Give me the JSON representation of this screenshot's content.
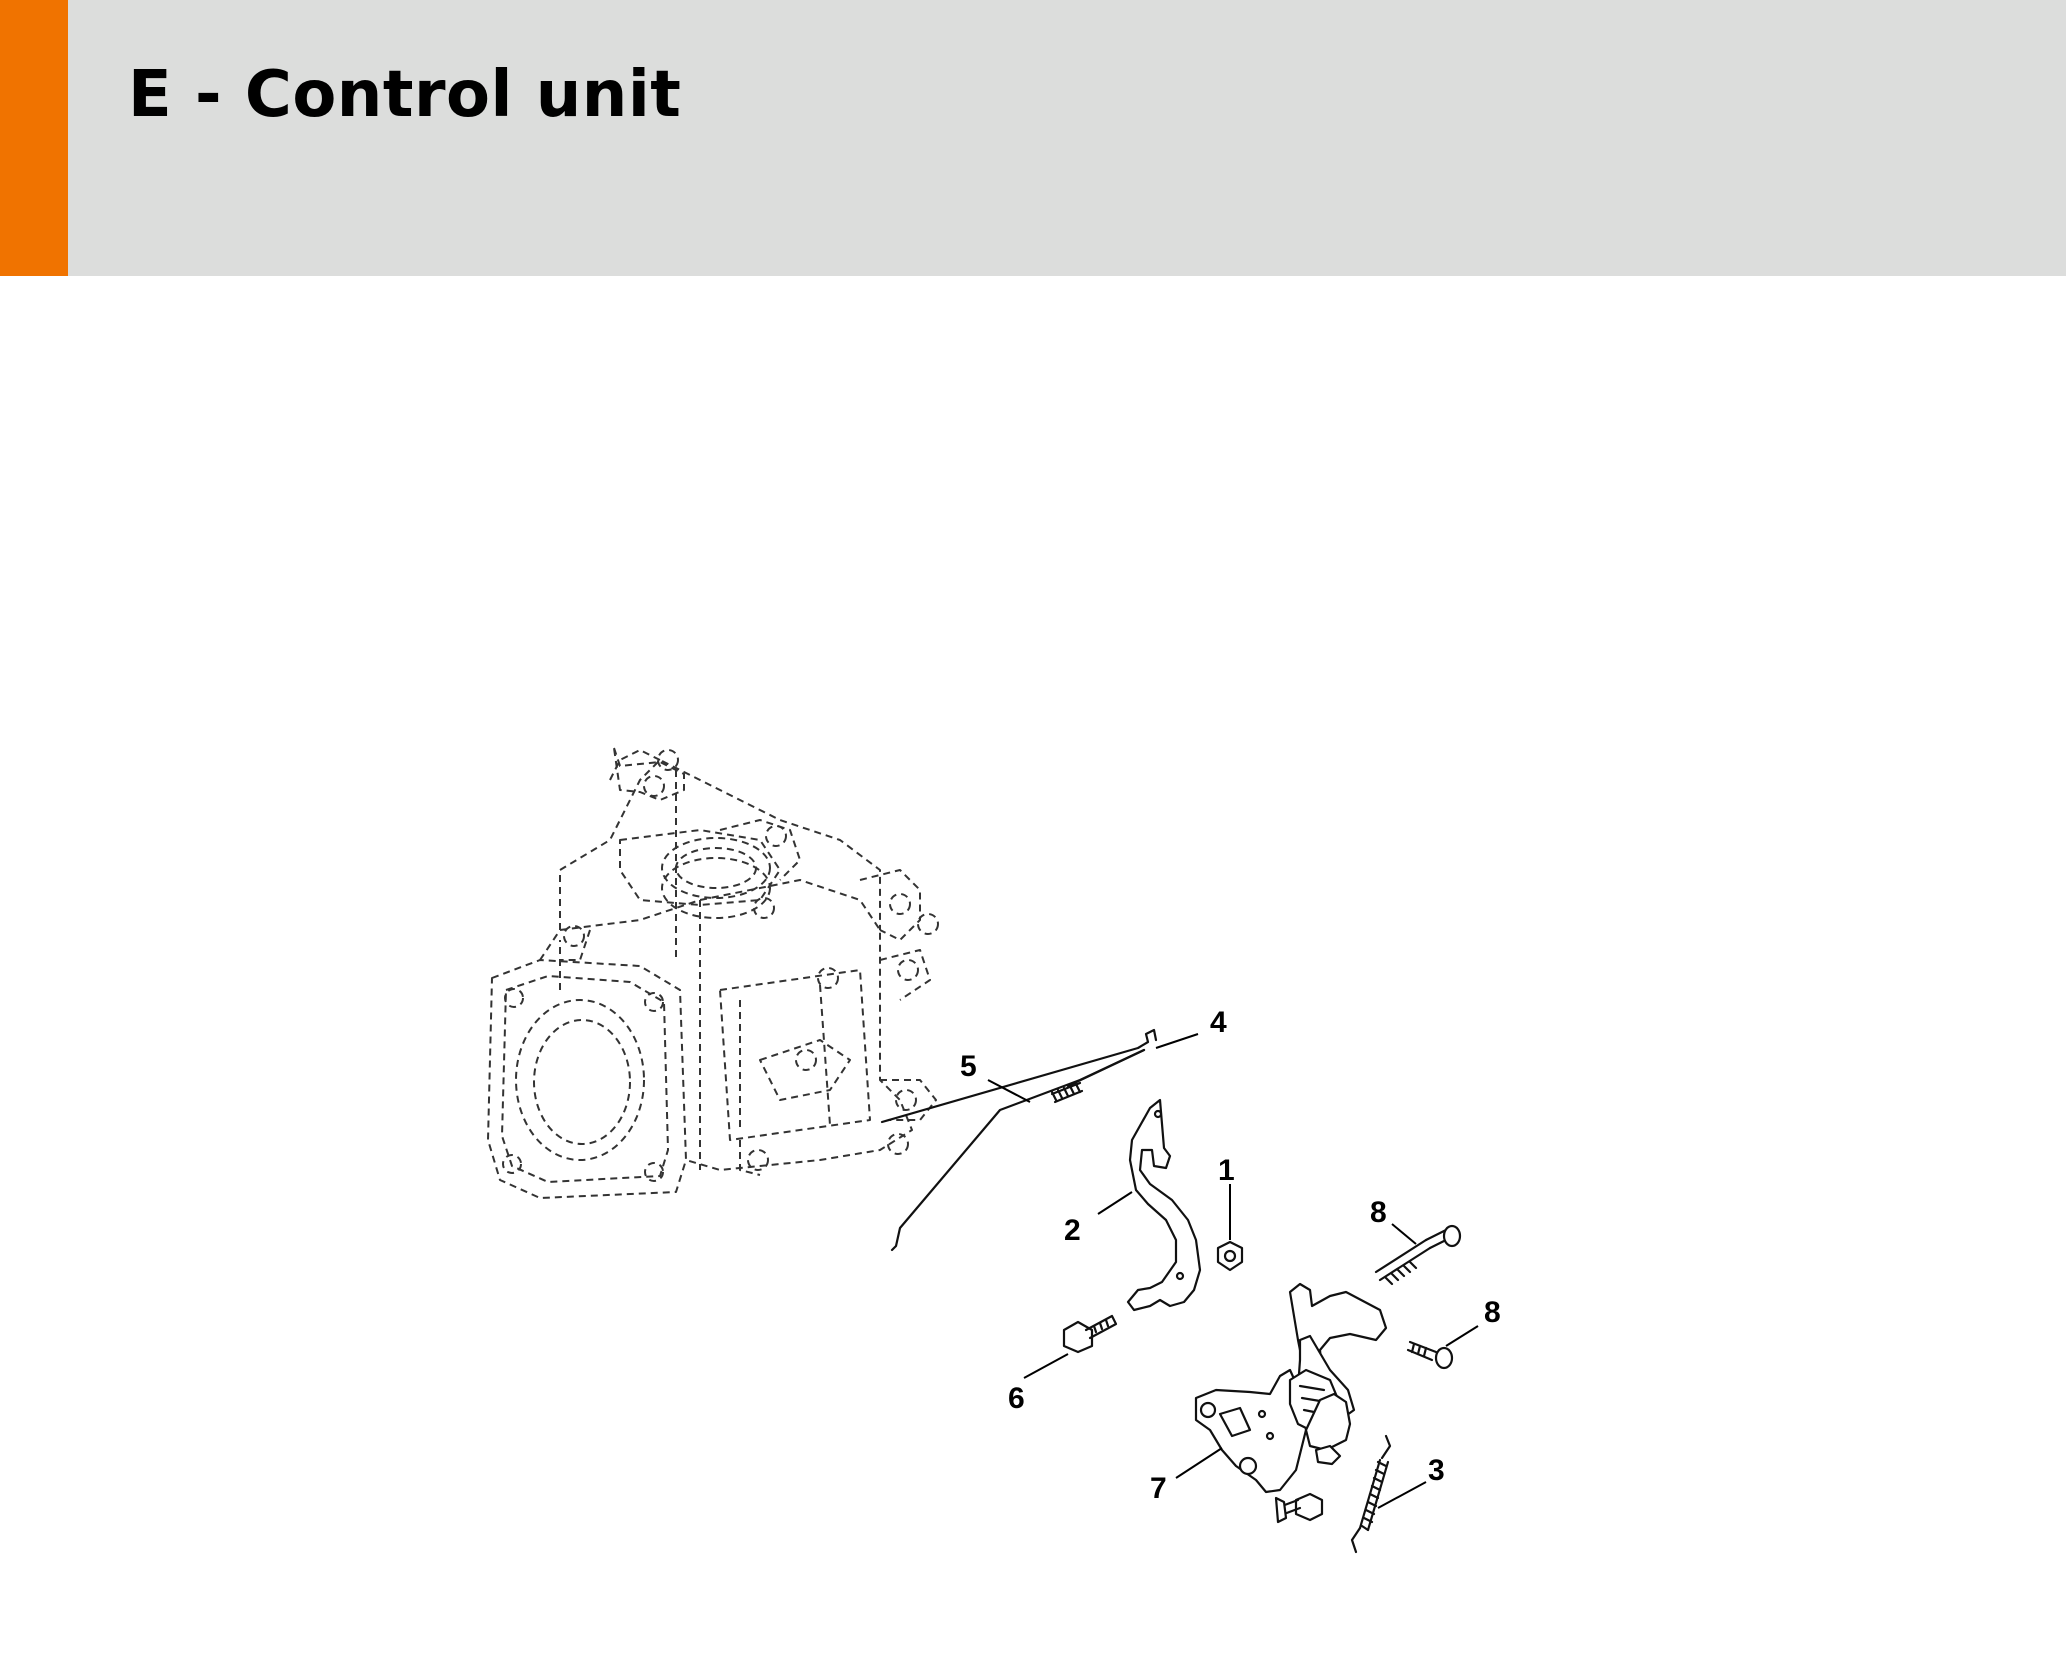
{
  "page": {
    "title": "E - Control unit",
    "accent_color": "#f07300",
    "header_background": "#dcdddc"
  },
  "callouts": [
    {
      "id": "c1",
      "label": "1"
    },
    {
      "id": "c2",
      "label": "2"
    },
    {
      "id": "c3",
      "label": "3"
    },
    {
      "id": "c4",
      "label": "4"
    },
    {
      "id": "c5",
      "label": "5"
    },
    {
      "id": "c6",
      "label": "6"
    },
    {
      "id": "c7",
      "label": "7"
    },
    {
      "id": "c8a",
      "label": "8"
    },
    {
      "id": "c8b",
      "label": "8"
    }
  ]
}
